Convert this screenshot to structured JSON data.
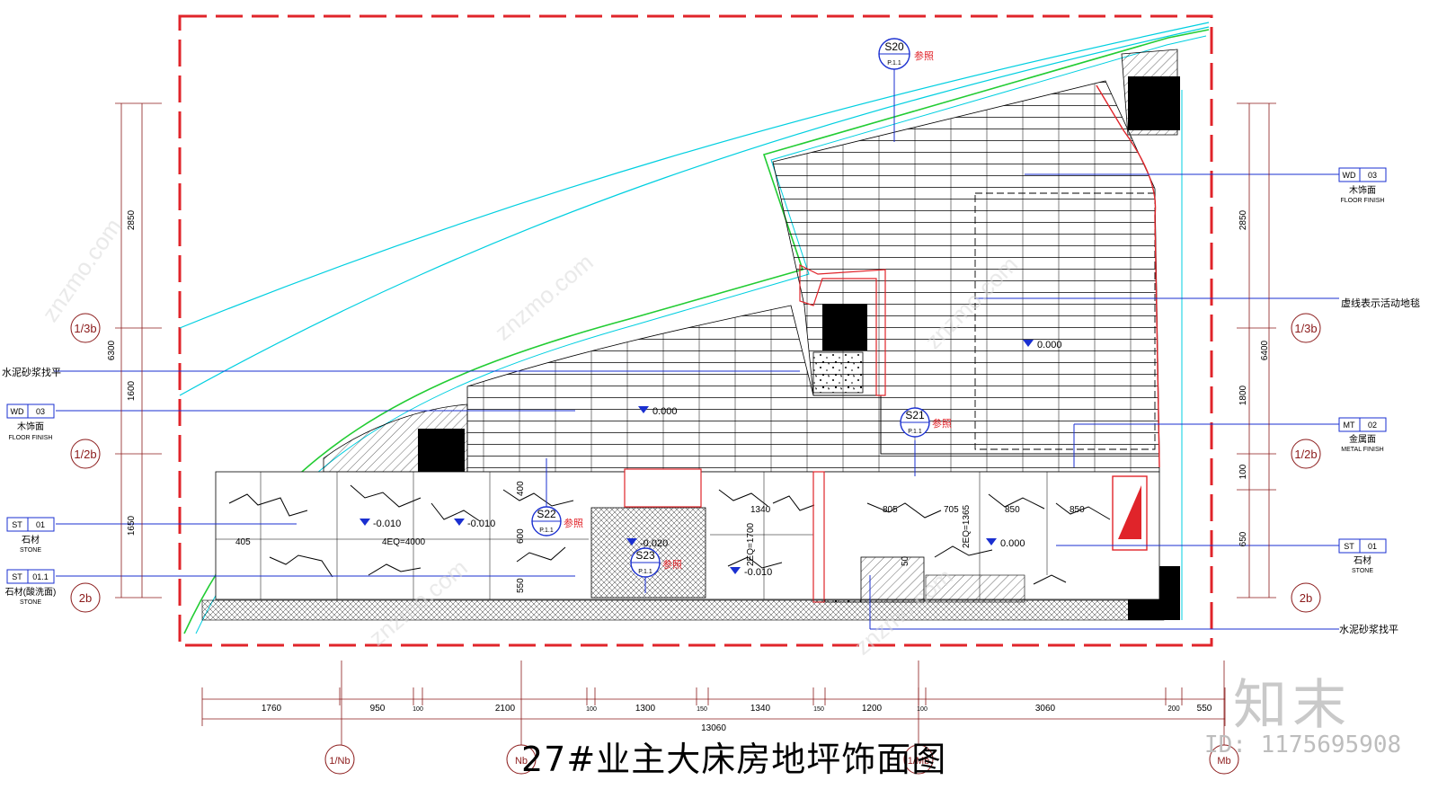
{
  "drawing": {
    "title": "27#业主大床房地坪饰面图"
  },
  "watermark": {
    "logo": "知末",
    "id": "ID: 1175695908",
    "site": "znzmo.com"
  },
  "colors": {
    "frame": "#e0242a",
    "wall": "#e0242a",
    "leader": "#1a2fd0",
    "cyan": "#00cfe0",
    "green": "#22cc33",
    "dim": "#8b1a1a",
    "text": "#000000"
  },
  "grid_bubbles": {
    "left_1_3b": "1/3b",
    "left_1_2b": "1/2b",
    "left_2b": "2b",
    "right_1_3b": "1/3b",
    "right_1_2b": "1/2b",
    "right_2b": "2b",
    "bottom_1_nb": "1/Nb",
    "bottom_nb": "Nb",
    "bottom_1_mb": "1/Mb",
    "bottom_mb": "Mb"
  },
  "material_tags": {
    "left_wd": {
      "code": "WD",
      "num": "03",
      "name": "木饰面",
      "sub": "FLOOR FINISH"
    },
    "left_st": {
      "code": "ST",
      "num": "01",
      "name": "石材",
      "sub": "STONE"
    },
    "left_st2": {
      "code": "ST",
      "num": "01.1",
      "name": "石材(酸洗面)",
      "sub": "STONE"
    },
    "right_wd": {
      "code": "WD",
      "num": "03",
      "name": "木饰面",
      "sub": "FLOOR FINISH"
    },
    "right_mt": {
      "code": "MT",
      "num": "02",
      "name": "金属面",
      "sub": "METAL FINISH"
    },
    "right_st": {
      "code": "ST",
      "num": "01",
      "name": "石材",
      "sub": "STONE"
    }
  },
  "callouts": {
    "left_cement": "水泥砂浆找平",
    "right_dashed": "虚线表示活动地毯",
    "right_cement": "水泥砂浆找平",
    "s20": "S20",
    "s21": "S21",
    "s22": "S22",
    "s23": "S23",
    "ref": "参照",
    "ref_sub": "P.1.1"
  },
  "levels": {
    "wood_1": "0.000",
    "wood_2": "0.000",
    "stone_1": "-0.010",
    "stone_2": "-0.010",
    "stone_3": "-0.010",
    "bath": "-0.020",
    "shower": "0.000"
  },
  "dims_left": [
    "2850",
    "1600",
    "1650",
    "6300"
  ],
  "dims_right": [
    "2850",
    "1800",
    "100",
    "650",
    "6400"
  ],
  "dims_bottom": [
    "1760",
    "950",
    "100",
    "2100",
    "100",
    "1300",
    "150",
    "1340",
    "150",
    "1200",
    "100",
    "3060",
    "200",
    "550"
  ],
  "dim_bottom_total": "13060",
  "room_dims": [
    "405",
    "4EQ=4000",
    "400",
    "600",
    "550",
    "1340",
    "2EQ=1700",
    "805",
    "705",
    "2EQ=1365",
    "850",
    "850",
    "50"
  ]
}
